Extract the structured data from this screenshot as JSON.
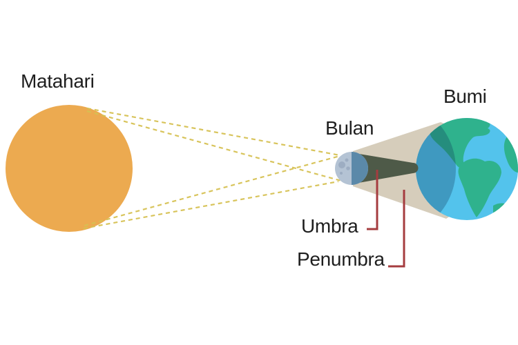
{
  "diagram": {
    "title": "Solar eclipse shadow diagram (Indonesian labels)",
    "labels": {
      "sun": "Matahari",
      "moon": "Bulan",
      "earth": "Bumi",
      "umbra": "Umbra",
      "penumbra": "Penumbra"
    }
  },
  "colors": {
    "background": "#ffffff",
    "sun": "#ecaa50",
    "light_ray": "#d6c153",
    "penumbra": "#d6cdbb",
    "umbra": "#4e5a48",
    "moon_light": "#b4c3d4",
    "moon_dark": "#5b89a9",
    "moon_crater": "#9dadc2",
    "earth_ocean": "#53c3ec",
    "earth_land": "#2fb28d",
    "earth_shadow": "rgba(18,56,88,0.30)",
    "pointer_line": "#a53c3f",
    "text": "#1e1e1e"
  }
}
